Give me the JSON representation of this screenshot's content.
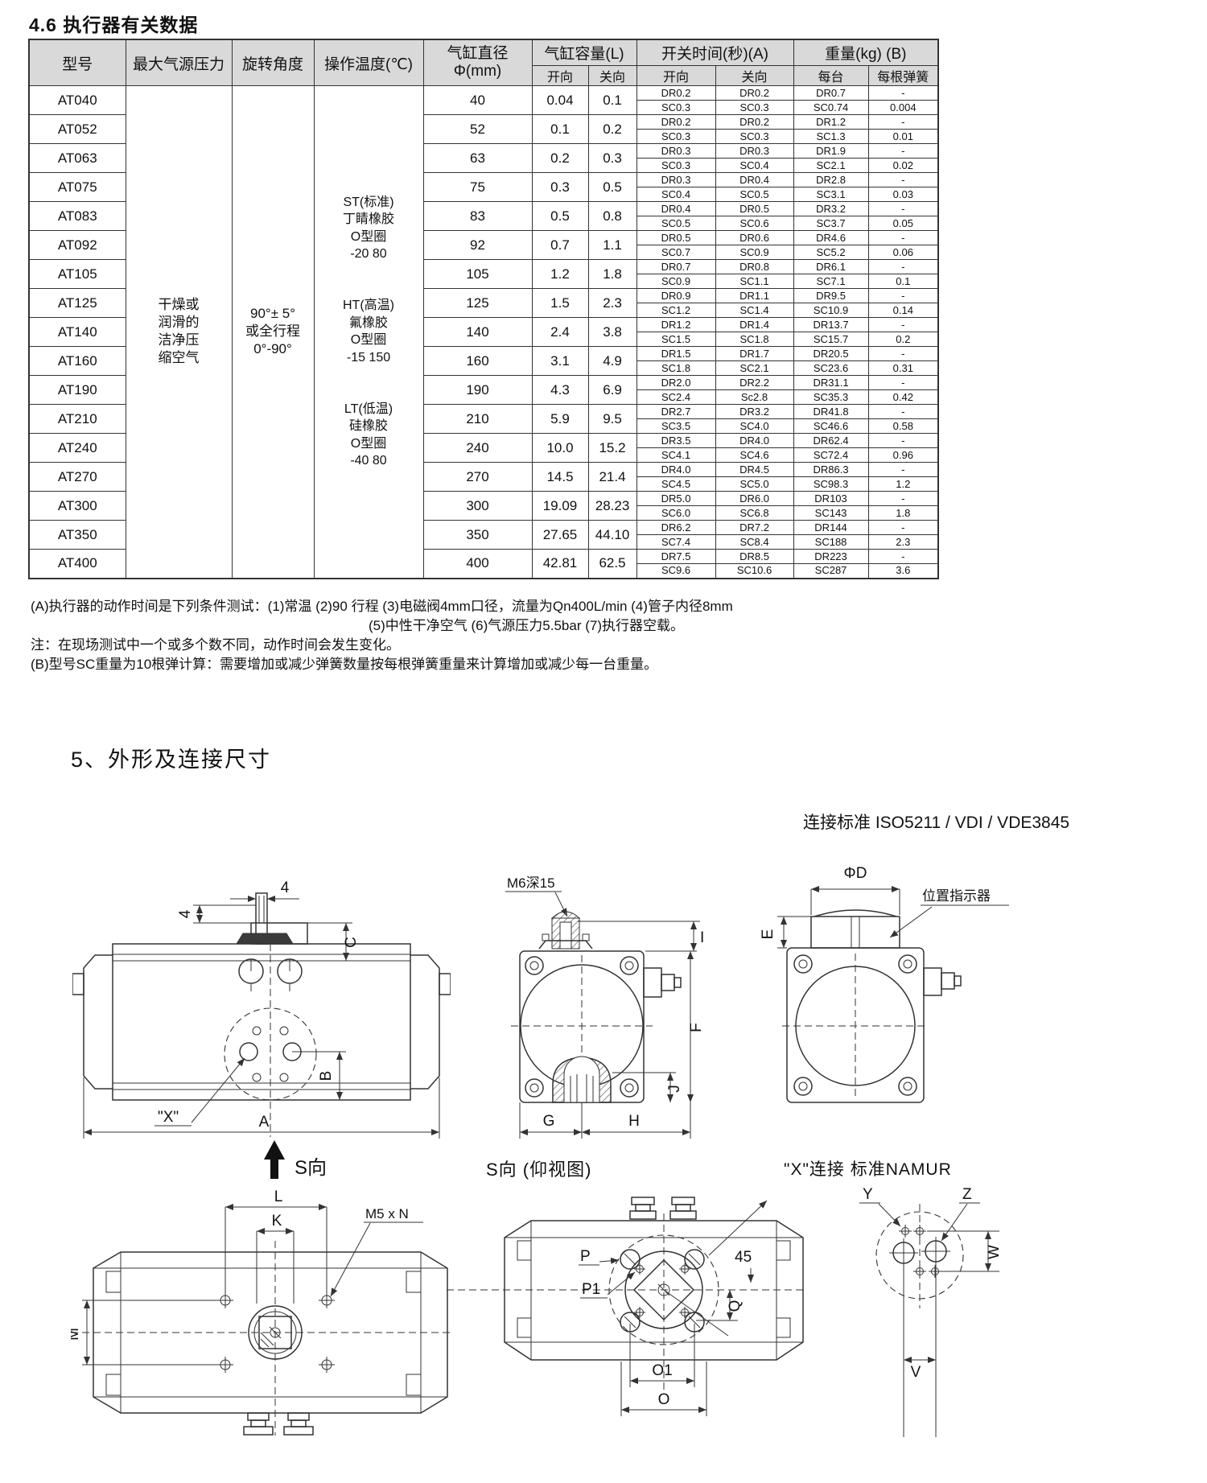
{
  "page": {
    "section_4_6_title": "4.6 执行器有关数据",
    "section_5_title": "5、外形及连接尺寸",
    "connection_standard": "连接标准 ISO5211 / VDI / VDE3845"
  },
  "table": {
    "col_headers": {
      "model": "型号",
      "pressure": "最大气源压力",
      "angle": "旋转角度",
      "temp": "操作温度(℃)",
      "bore": "气缸直径\nΦ(mm)",
      "capacity": "气缸容量(L)",
      "time": "开关时间(秒)(A)",
      "weight": "重量(kg) (B)",
      "open": "开向",
      "close": "关向",
      "per_unit": "每台",
      "per_spring": "每根弹簧"
    },
    "merged": {
      "pressure": "干燥或\n润滑的\n洁净压\n缩空气",
      "angle": "90°± 5°\n或全行程\n0°-90°",
      "temp": "ST(标准)\n丁睛橡胶\nO型圈\n-20 80\n\n\nHT(高温)\n氟橡胶\nO型圈\n-15 150\n\n\nLT(低温)\n硅橡胶\nO型圈\n-40 80"
    },
    "rows": [
      {
        "model": "AT040",
        "bore": "40",
        "cap_open": "0.04",
        "cap_close": "0.1",
        "dr": [
          "DR0.2",
          "DR0.2",
          "DR0.7",
          "-"
        ],
        "sc": [
          "SC0.3",
          "SC0.3",
          "SC0.74",
          "0.004"
        ]
      },
      {
        "model": "AT052",
        "bore": "52",
        "cap_open": "0.1",
        "cap_close": "0.2",
        "dr": [
          "DR0.2",
          "DR0.2",
          "DR1.2",
          "-"
        ],
        "sc": [
          "SC0.3",
          "SC0.3",
          "SC1.3",
          "0.01"
        ]
      },
      {
        "model": "AT063",
        "bore": "63",
        "cap_open": "0.2",
        "cap_close": "0.3",
        "dr": [
          "DR0.3",
          "DR0.3",
          "DR1.9",
          "-"
        ],
        "sc": [
          "SC0.3",
          "SC0.4",
          "SC2.1",
          "0.02"
        ]
      },
      {
        "model": "AT075",
        "bore": "75",
        "cap_open": "0.3",
        "cap_close": "0.5",
        "dr": [
          "DR0.3",
          "DR0.4",
          "DR2.8",
          "-"
        ],
        "sc": [
          "SC0.4",
          "SC0.5",
          "SC3.1",
          "0.03"
        ]
      },
      {
        "model": "AT083",
        "bore": "83",
        "cap_open": "0.5",
        "cap_close": "0.8",
        "dr": [
          "DR0.4",
          "DR0.5",
          "DR3.2",
          "-"
        ],
        "sc": [
          "SC0.5",
          "SC0.6",
          "SC3.7",
          "0.05"
        ]
      },
      {
        "model": "AT092",
        "bore": "92",
        "cap_open": "0.7",
        "cap_close": "1.1",
        "dr": [
          "DR0.5",
          "DR0.6",
          "DR4.6",
          "-"
        ],
        "sc": [
          "SC0.7",
          "SC0.9",
          "SC5.2",
          "0.06"
        ]
      },
      {
        "model": "AT105",
        "bore": "105",
        "cap_open": "1.2",
        "cap_close": "1.8",
        "dr": [
          "DR0.7",
          "DR0.8",
          "DR6.1",
          "-"
        ],
        "sc": [
          "SC0.9",
          "SC1.1",
          "SC7.1",
          "0.1"
        ]
      },
      {
        "model": "AT125",
        "bore": "125",
        "cap_open": "1.5",
        "cap_close": "2.3",
        "dr": [
          "DR0.9",
          "DR1.1",
          "DR9.5",
          "-"
        ],
        "sc": [
          "SC1.2",
          "SC1.4",
          "SC10.9",
          "0.14"
        ]
      },
      {
        "model": "AT140",
        "bore": "140",
        "cap_open": "2.4",
        "cap_close": "3.8",
        "dr": [
          "DR1.2",
          "DR1.4",
          "DR13.7",
          "-"
        ],
        "sc": [
          "SC1.5",
          "SC1.8",
          "SC15.7",
          "0.2"
        ]
      },
      {
        "model": "AT160",
        "bore": "160",
        "cap_open": "3.1",
        "cap_close": "4.9",
        "dr": [
          "DR1.5",
          "DR1.7",
          "DR20.5",
          "-"
        ],
        "sc": [
          "SC1.8",
          "SC2.1",
          "SC23.6",
          "0.31"
        ]
      },
      {
        "model": "AT190",
        "bore": "190",
        "cap_open": "4.3",
        "cap_close": "6.9",
        "dr": [
          "DR2.0",
          "DR2.2",
          "DR31.1",
          "-"
        ],
        "sc": [
          "SC2.4",
          "Sc2.8",
          "SC35.3",
          "0.42"
        ]
      },
      {
        "model": "AT210",
        "bore": "210",
        "cap_open": "5.9",
        "cap_close": "9.5",
        "dr": [
          "DR2.7",
          "DR3.2",
          "DR41.8",
          "-"
        ],
        "sc": [
          "SC3.5",
          "SC4.0",
          "SC46.6",
          "0.58"
        ]
      },
      {
        "model": "AT240",
        "bore": "240",
        "cap_open": "10.0",
        "cap_close": "15.2",
        "dr": [
          "DR3.5",
          "DR4.0",
          "DR62.4",
          "-"
        ],
        "sc": [
          "SC4.1",
          "SC4.6",
          "SC72.4",
          "0.96"
        ]
      },
      {
        "model": "AT270",
        "bore": "270",
        "cap_open": "14.5",
        "cap_close": "21.4",
        "dr": [
          "DR4.0",
          "DR4.5",
          "DR86.3",
          "-"
        ],
        "sc": [
          "SC4.5",
          "SC5.0",
          "SC98.3",
          "1.2"
        ]
      },
      {
        "model": "AT300",
        "bore": "300",
        "cap_open": "19.09",
        "cap_close": "28.23",
        "dr": [
          "DR5.0",
          "DR6.0",
          "DR103",
          "-"
        ],
        "sc": [
          "SC6.0",
          "SC6.8",
          "SC143",
          "1.8"
        ]
      },
      {
        "model": "AT350",
        "bore": "350",
        "cap_open": "27.65",
        "cap_close": "44.10",
        "dr": [
          "DR6.2",
          "DR7.2",
          "DR144",
          "-"
        ],
        "sc": [
          "SC7.4",
          "SC8.4",
          "SC188",
          "2.3"
        ]
      },
      {
        "model": "AT400",
        "bore": "400",
        "cap_open": "42.81",
        "cap_close": "62.5",
        "dr": [
          "DR7.5",
          "DR8.5",
          "DR223",
          "-"
        ],
        "sc": [
          "SC9.6",
          "SC10.6",
          "SC287",
          "3.6"
        ]
      }
    ]
  },
  "notes": {
    "line_a1": "(A)执行器的动作时间是下列条件测试：(1)常温 (2)90 行程 (3)电磁阀4mm口径，流量为Qn400L/min (4)管子内径8mm",
    "line_a2": "(5)中性干净空气 (6)气源压力5.5bar (7)执行器空载。",
    "line_note": "注：在现场测试中一个或多个数不同，动作时间会发生变化。",
    "line_b": "(B)型号SC重量为10根弹计算：需要增加或减少弹簧数量按每根弹簧重量来计算增加或减少每一台重量。"
  },
  "diagrams": {
    "front": {
      "dim_top_h": "4",
      "dim_top_v": "4",
      "dim_c": "C",
      "dim_b": "B",
      "x_ref": "\"X\"",
      "dim_a": "A",
      "view_arrow": "S向"
    },
    "bottom_flange": {
      "thread": "M6深15",
      "dim_i": "I",
      "dim_f": "F",
      "dim_j": "J",
      "dim_g": "G",
      "dim_h": "H",
      "caption": "S向 (仰视图)"
    },
    "end": {
      "dim_d": "ΦD",
      "dim_e": "E",
      "indicator": "位置指示器"
    },
    "top": {
      "dim_l": "L",
      "dim_k": "K",
      "thread": "M5 x N",
      "dim_m": "M"
    },
    "bottom": {
      "port_p": "P",
      "port_p1": "P1",
      "angle": "45",
      "dim_q": "Q",
      "dim_o1": "O1",
      "dim_o": "O"
    },
    "namur": {
      "caption": "\"X\"连接 标准NAMUR",
      "hole_y": "Y",
      "hole_z": "Z",
      "dim_w": "W",
      "dim_v": "V"
    }
  }
}
